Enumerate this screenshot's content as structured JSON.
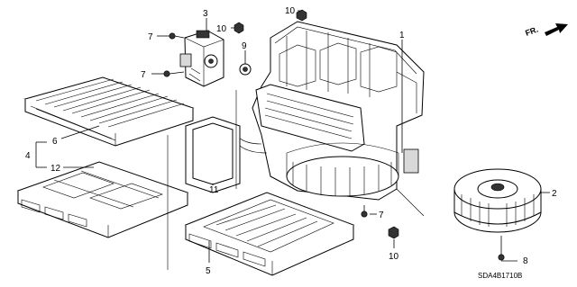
{
  "callouts": {
    "c1": "1",
    "c2": "2",
    "c3": "3",
    "c4": "4",
    "c5": "5",
    "c6": "6",
    "c7a": "7",
    "c7b": "7",
    "c7c": "7",
    "c8": "8",
    "c9": "9",
    "c10a": "10",
    "c10b": "10",
    "c10c": "10",
    "c11": "11",
    "c12": "12"
  },
  "direction_label": "FR.",
  "diagram_code": "SDA4B1710B"
}
